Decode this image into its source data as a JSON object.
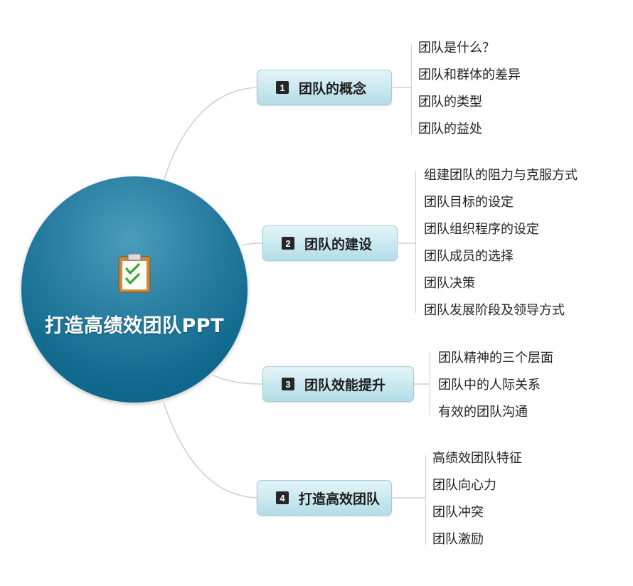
{
  "center": {
    "title": "打造高绩效团队PPT",
    "icon": "clipboard-check-icon"
  },
  "topics": [
    {
      "number": "1",
      "label": "团队的概念",
      "items": [
        "团队是什么？",
        "团队和群体的差异",
        "团队的类型",
        "团队的益处"
      ]
    },
    {
      "number": "2",
      "label": "团队的建设",
      "items": [
        "组建团队的阻力与克服方式",
        "团队目标的设定",
        "团队组织程序的设定",
        "团队成员的选择",
        "团队决策",
        "团队发展阶段及领导方式"
      ]
    },
    {
      "number": "3",
      "label": "团队效能提升",
      "items": [
        "团队精神的三个层面",
        "团队中的人际关系",
        "有效的团队沟通"
      ]
    },
    {
      "number": "4",
      "label": "打造高效团队",
      "items": [
        "高绩效团队特征",
        "团队向心力",
        "团队冲突",
        "团队激励"
      ]
    }
  ],
  "colors": {
    "center": "#106a8e",
    "topic_fill": "#c8e8ef",
    "connector": "#cfcfcf"
  }
}
